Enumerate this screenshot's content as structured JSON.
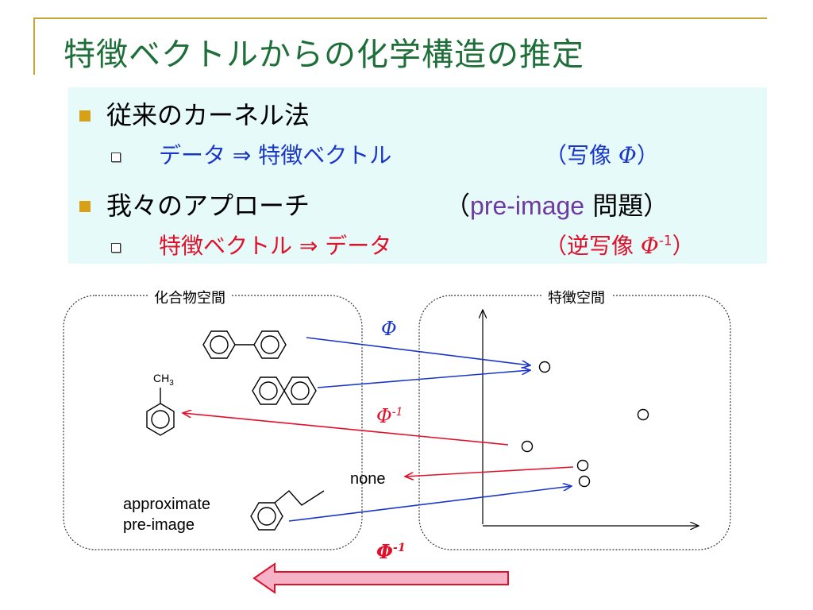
{
  "title": "特徴ベクトルからの化学構造の推定",
  "bullets": {
    "b1": {
      "text": "従来のカーネル法"
    },
    "b1_sub": {
      "part1": "データ ⇒  特徴ベクトル",
      "paren_open": "（写像 ",
      "phi": "Φ",
      "paren_close": "）"
    },
    "b2": {
      "part1": "我々のアプローチ",
      "paren_open": "（",
      "pre": "pre-image",
      "mid": " 問題）"
    },
    "b2_sub": {
      "part1": "特徴ベクトル  ⇒  データ",
      "paren_open": "（逆写像 ",
      "phi": "Φ",
      "sup": "-1",
      "paren_close": "）"
    }
  },
  "diagram": {
    "left_box_label": "化合物空間",
    "right_box_label": "特徴空間",
    "phi_top": "Φ",
    "phi_inv_mid": "Φ",
    "phi_inv_mid_sup": "-1",
    "phi_inv_bottom": "Φ",
    "phi_inv_bottom_sup": "-1",
    "ch3": "CH",
    "ch3_sub": "3",
    "none_label": "none",
    "approx_line1": "approximate",
    "approx_line2": "pre-image"
  },
  "colors": {
    "title": "#1f6f3a",
    "accent_gold": "#d6a019",
    "blue": "#1a36c8",
    "red": "#e0102a",
    "purple": "#6f3aa0",
    "box_bg": "#e6fafa",
    "arrow_fill": "#f6b3c8"
  }
}
